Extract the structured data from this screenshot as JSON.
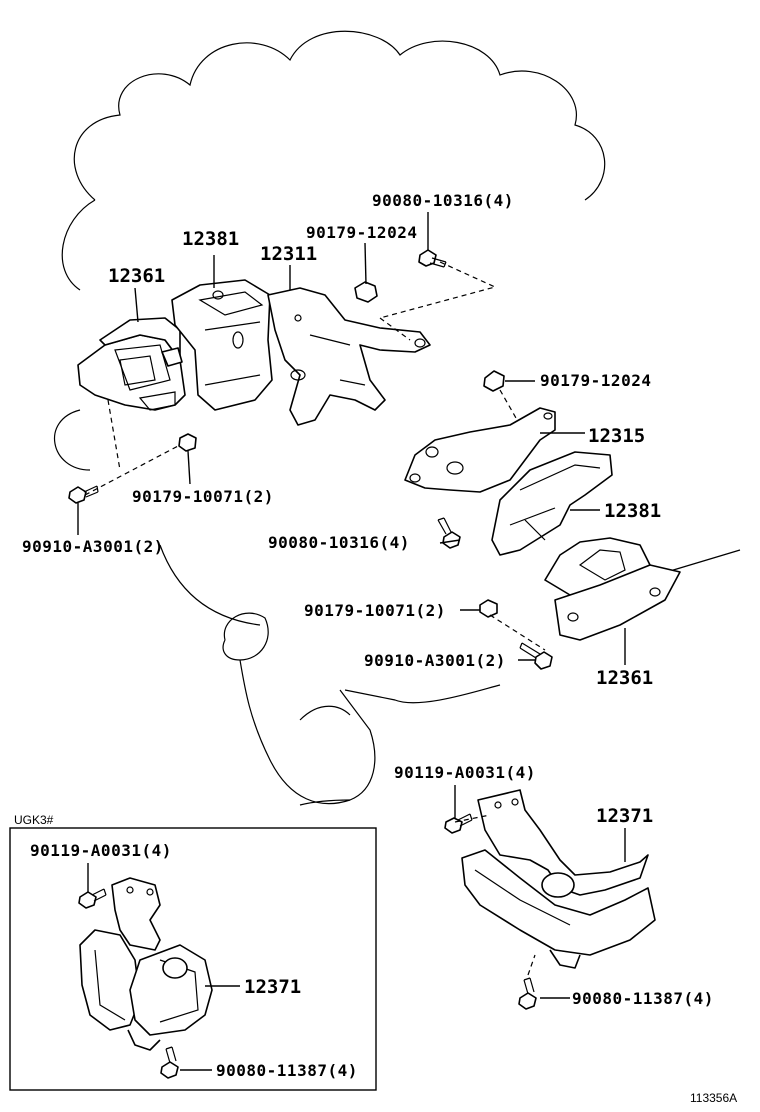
{
  "diagram": {
    "labels": {
      "l_90080_10316_top": "90080-10316(4)",
      "l_90179_12024_top": "90179-12024",
      "l_12381_left": "12381",
      "l_12311": "12311",
      "l_12361_left": "12361",
      "l_90179_12024_right": "90179-12024",
      "l_12315": "12315",
      "l_90179_10071_left": "90179-10071(2)",
      "l_90910_a3001_left": "90910-A3001(2)",
      "l_12381_right": "12381",
      "l_90080_10316_mid": "90080-10316(4)",
      "l_90179_10071_right": "90179-10071(2)",
      "l_90910_a3001_right": "90910-A3001(2)",
      "l_12361_right": "12361",
      "l_90119_a0031_right": "90119-A0031(4)",
      "l_12371_right": "12371",
      "l_90080_11387_right": "90080-11387(4)",
      "l_ugk3": "UGK3#",
      "l_90119_a0031_box": "90119-A0031(4)",
      "l_12371_box": "12371",
      "l_90080_11387_box": "90080-11387(4)",
      "l_figure_id": "113356A"
    }
  }
}
